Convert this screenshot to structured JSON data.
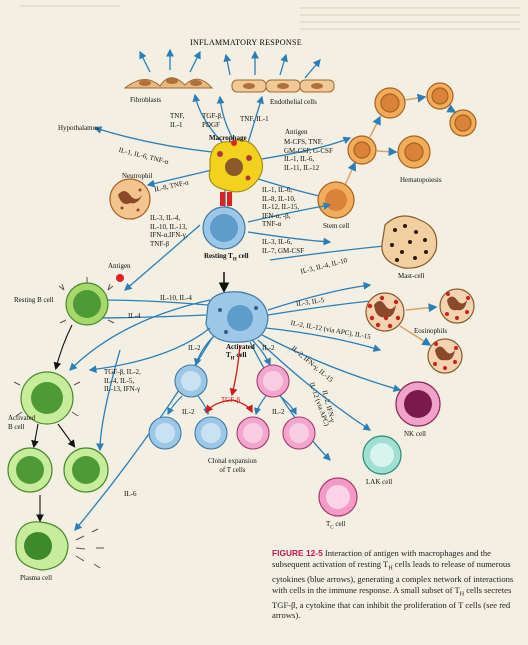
{
  "title": "INFLAMMATORY RESPONSE",
  "cells": {
    "fibroblasts": "Fibroblasts",
    "endothelial": "Endothelial cells",
    "hypothalamus": "Hypothalamus",
    "macrophage": "Macrophage",
    "antigen_top": "Antigen",
    "neutrophil": "Neutrophil",
    "hematopoiesis": "Hematopoiesis",
    "stem_cell": "Stem cell",
    "antigen_left": "Antigen",
    "resting_b": "Resting B cell",
    "resting_th": "Resting T",
    "resting_th_sub": "H",
    "resting_th_end": " cell",
    "mast": "Mast-cell",
    "eosinophils": "Eosinophils",
    "activated_th_1": "Activated",
    "activated_th_2": "T",
    "activated_th_sub": "H",
    "activated_th_3": " cell",
    "activated_b": "Activated\nB cell",
    "clonal": "Clonal expansion\nof T cells",
    "nk": "NK cell",
    "lak": "LAK cell",
    "tc": "T",
    "tc_sub": "C",
    "tc_end": " cell",
    "plasma": "Plasma cell"
  },
  "cytokines": {
    "tnf_il1": "TNF,\nIL-1",
    "tgfb_pdgf": "TGF-β,\nPDGF",
    "tnf_il1b": "TNF, IL-1",
    "il1_il6_tnfa": "IL-1, IL-6, TNF-α",
    "mcfs": "M-CFS, TNF,\nGM-CSF, G-CSF\nIL-1, IL-6,\nIL-11, IL-12",
    "il8_tnfa": "IL-8, TNF-α",
    "il1_il6_list": "IL-1, IL-6,\nIL-8, IL-10,\nIL-12, IL-15,\nIFN-α, -β,\nTNF-α",
    "il3_list": "IL-3, IL-4,\nIL-10, IL-13,\nIFN-α,IFN-γ,\nTNF-β",
    "il3_il6_list": "IL-3, IL-6,\nIL-7, GM-CSF",
    "il3_il4_il10": "IL-3, IL-4, IL-10",
    "il10_il4": "IL-10, IL-4",
    "il4": "IL-4",
    "il3_il5": "IL-3, IL-5",
    "il2_il12": "IL-2, IL-12 (via APC), IL-15",
    "il2_ifng_il15": "IL-2, IFN-γ, IL-15",
    "il12_apc": "IL-12 (via APC)",
    "il2_ifng": "IL-2, IFN-γ",
    "il2_a": "IL-2",
    "il2_b": "IL-2",
    "il2_c": "IL-2",
    "il2_d": "IL-2",
    "tgfb_list": "TGF-β, IL-2,\nIL-4, IL-5,\nIL-13, IFN-γ",
    "tgfb_red": "TGF-β",
    "il6": "IL-6"
  },
  "caption": {
    "figure": "FIGURE 12-5",
    "text": " Interaction of antigen with macrophages and the subsequent activation of resting T",
    "sub1": "H",
    "text2": " cells leads to release of numerous cytokines (blue arrows), generating a complex network of interactions with cells in the immune response. A small subset of T",
    "sub2": "H",
    "text3": " cells secretes TGF-β, a cytokine that can inhibit the proliferation of T cells (see red arrows)."
  },
  "colors": {
    "arrow": "#2a7fb8",
    "red_arrow": "#d11a1a",
    "macrophage": "#f2d21c",
    "th_cell": "#9cc7e6",
    "b_cell": "#a6d86a",
    "stem": "#e59a3a",
    "pink": "#f08fbf",
    "eosinophil": "#c9221f",
    "background": "#f3efe2"
  }
}
